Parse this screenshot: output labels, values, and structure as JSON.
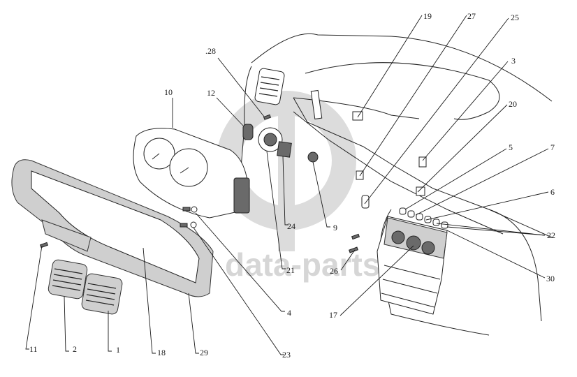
{
  "diagram": {
    "title": "Instrument panel and center console assembly (exploded view)",
    "watermark": {
      "logo": "dp-circle-logo",
      "text": "data-parts"
    },
    "callouts": [
      {
        "id": "1",
        "label": "1",
        "part": "Right air vent grille"
      },
      {
        "id": "2",
        "label": "2",
        "part": "Left air vent grille"
      },
      {
        "id": "3",
        "label": "3",
        "part": "Bracket"
      },
      {
        "id": "4",
        "label": "4",
        "part": "Screw with washer"
      },
      {
        "id": "5",
        "label": "5",
        "part": "Switch"
      },
      {
        "id": "6",
        "label": "6",
        "part": "Switch"
      },
      {
        "id": "7",
        "label": "7",
        "part": "Switch"
      },
      {
        "id": "9",
        "label": "9",
        "part": "Nut / grommet"
      },
      {
        "id": "10",
        "label": "10",
        "part": "Instrument cluster"
      },
      {
        "id": "11",
        "label": "11",
        "part": "Screw"
      },
      {
        "id": "12",
        "label": "12",
        "part": "Switch"
      },
      {
        "id": "17",
        "label": "17",
        "part": "Heater control panel"
      },
      {
        "id": "18",
        "label": "18",
        "part": "Screw"
      },
      {
        "id": "19",
        "label": "19",
        "part": "Clip"
      },
      {
        "id": "20",
        "label": "20",
        "part": "Clip"
      },
      {
        "id": "21",
        "label": "21",
        "part": "Headlight switch knob"
      },
      {
        "id": "22",
        "label": "22",
        "part": "Switch block"
      },
      {
        "id": "23",
        "label": "23",
        "part": "Screw with washer"
      },
      {
        "id": "24",
        "label": "24",
        "part": "Switch"
      },
      {
        "id": "25",
        "label": "25",
        "part": "Bracket"
      },
      {
        "id": "26",
        "label": "26",
        "part": "Screw"
      },
      {
        "id": "27",
        "label": "27",
        "part": "Bracket"
      },
      {
        "id": "28",
        "label": ".28",
        "part": "Screw"
      },
      {
        "id": "29",
        "label": "29",
        "part": "Instrument cluster bezel"
      },
      {
        "id": "30",
        "label": "30",
        "part": "Center console"
      }
    ]
  }
}
